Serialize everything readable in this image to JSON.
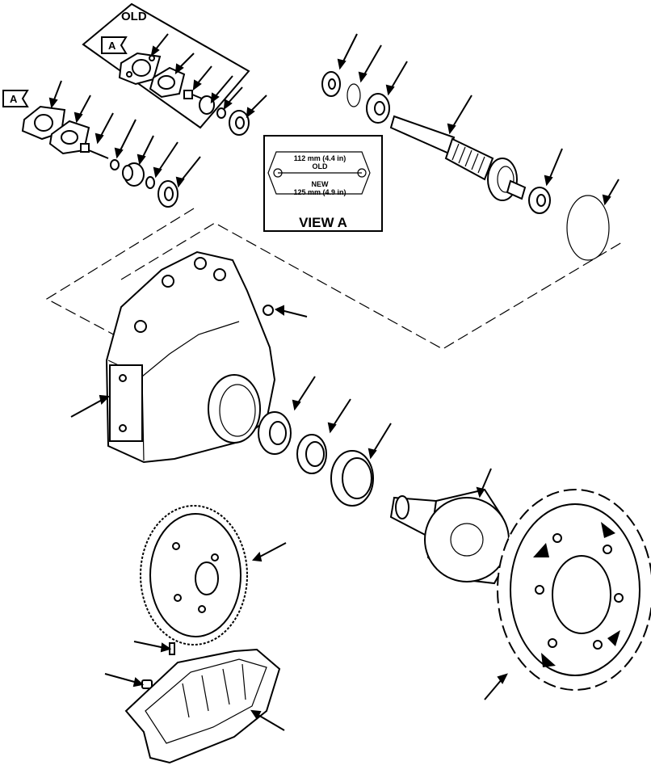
{
  "old_group": {
    "label": "OLD",
    "callout": "A"
  },
  "new_group": {
    "callout": "A"
  },
  "view_a": {
    "title": "VIEW A",
    "old_dim": "112 mm (4.4 in)",
    "old_label": "OLD",
    "new_label": "NEW",
    "new_dim": "125 mm (4.9 in)"
  }
}
